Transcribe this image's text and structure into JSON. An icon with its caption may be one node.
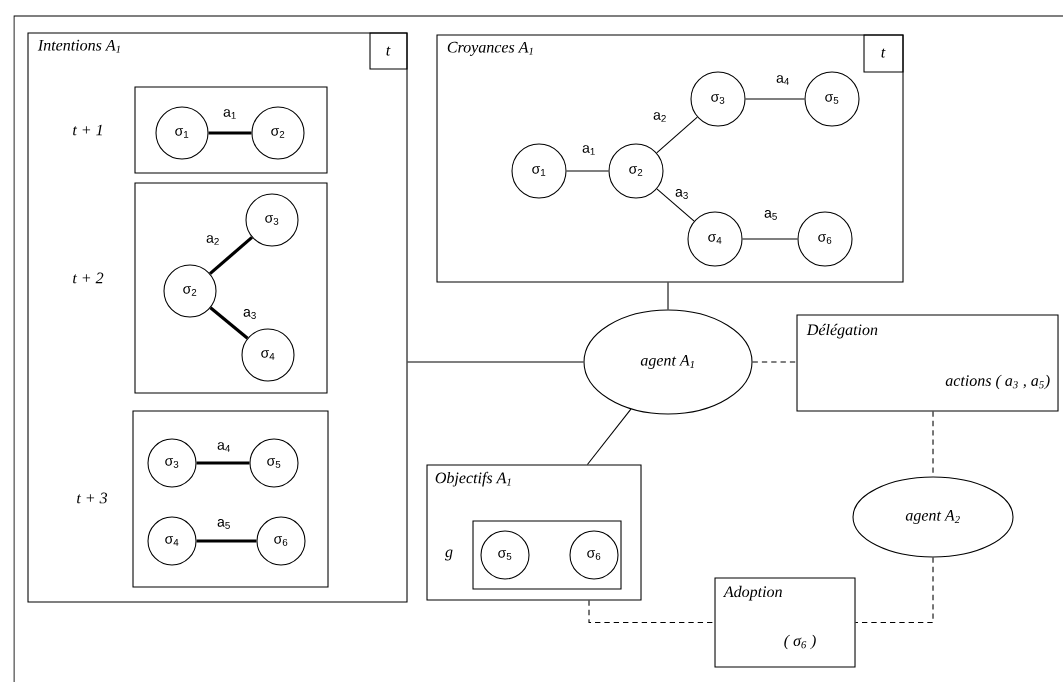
{
  "diagram": {
    "nodes": [
      {
        "text": [
          "*Intentions* *A*$_{1}$"
        ]
      },
      {
        "text": [
          "t"
        ],
        "in": 0
      },
      {
        "text": [],
        "shape": "box",
        "in": 0,
        "beside": [
          "t + 1"
        ]
      },
      {
        "text": [
          "σ$_{1}$"
        ],
        "in": 2
      },
      {
        "text": [
          "σ$_{2}$"
        ],
        "in": 2
      },
      {
        "text": [],
        "shape": "box",
        "in": 0,
        "beside": [
          "t + 2"
        ]
      },
      {
        "text": [
          "σ$_{3}$"
        ],
        "in": 5
      },
      {
        "text": [
          "σ$_{2}$"
        ],
        "in": 5
      },
      {
        "text": [
          "σ$_{4}$"
        ],
        "in": 5
      },
      {
        "text": [],
        "shape": "box",
        "in": 0,
        "beside": [
          "t + 3"
        ]
      },
      {
        "text": [
          "σ$_{3}$"
        ],
        "in": 9
      },
      {
        "text": [
          "σ$_{5}$"
        ],
        "in": 9
      },
      {
        "text": [
          "σ$_{4}$"
        ],
        "in": 9
      },
      {
        "text": [
          "σ$_{6}$"
        ],
        "in": 9
      },
      {
        "text": [
          "Croyances A$_{1}$"
        ]
      },
      {
        "text": [
          "t"
        ],
        "in": 14
      },
      {
        "text": [
          "σ$_{1}$"
        ],
        "in": 14
      },
      {
        "text": [
          "σ$_{2}$"
        ],
        "in": 14
      },
      {
        "text": [
          "σ$_{3}$"
        ],
        "in": 14
      },
      {
        "text": [
          "σ$_{5}$"
        ],
        "in": 14
      },
      {
        "text": [
          "σ$_{4}$"
        ],
        "in": 14
      },
      {
        "text": [
          "σ$_{6}$"
        ],
        "in": 14
      },
      {
        "text": [
          "agent A$_{1}$"
        ]
      },
      {
        "text": [
          "Délégation",
          "actions ( a$_{3}$ , a$_{5}$)"
        ]
      },
      {
        "text": [
          "Objectifs A$_{1}$",
          "g"
        ]
      },
      {
        "text": [],
        "shape": "box",
        "in": 24
      },
      {
        "text": [
          "σ$_{5}$"
        ],
        "in": 25
      },
      {
        "text": [
          "σ$_{6}$"
        ],
        "in": 25
      },
      {
        "text": [
          "agent A$_{2}$"
        ]
      },
      {
        "text": [
          "Adoption",
          "( σ$_{6}$ )"
        ]
      }
    ],
    "edges": [
      {
        "from": 3,
        "to": 4,
        "arrow": "none",
        "label": "a$_{1}$",
        "style": "thick"
      },
      {
        "from": 7,
        "to": 6,
        "arrow": "none",
        "label": "a$_{2}$",
        "style": "thick"
      },
      {
        "from": 7,
        "to": 8,
        "arrow": "none",
        "label": "a$_{3}$",
        "style": "thick"
      },
      {
        "from": 10,
        "to": 11,
        "arrow": "none",
        "label": "a$_{4}$",
        "style": "thick"
      },
      {
        "from": 12,
        "to": 13,
        "arrow": "none",
        "label": "a$_{5}$",
        "style": "thick"
      },
      {
        "from": 16,
        "to": 17,
        "arrow": "none",
        "label": "a$_{1}$"
      },
      {
        "from": 17,
        "to": 18,
        "arrow": "none",
        "label": "a$_{2}$"
      },
      {
        "from": 17,
        "to": 20,
        "arrow": "none",
        "label": "a$_{3}$"
      },
      {
        "from": 18,
        "to": 19,
        "arrow": "none",
        "label": "a$_{4}$"
      },
      {
        "from": 20,
        "to": 21,
        "arrow": "none",
        "label": "a$_{5}$"
      },
      {
        "from": 0,
        "to": 22,
        "arrow": "none"
      },
      {
        "from": 14,
        "to": 22,
        "arrow": "none"
      },
      {
        "from": 22,
        "to": 24,
        "arrow": "none"
      },
      {
        "from": 22,
        "to": 23,
        "arrow": "none",
        "style": "dashed"
      },
      {
        "from": 23,
        "to": 28,
        "arrow": "none",
        "style": "dashed"
      },
      {
        "from": 28,
        "to": 29,
        "arrow": "none",
        "style": "dashed"
      },
      {
        "from": 24,
        "to": 29,
        "arrow": "none",
        "style": "dashed"
      }
    ]
  }
}
